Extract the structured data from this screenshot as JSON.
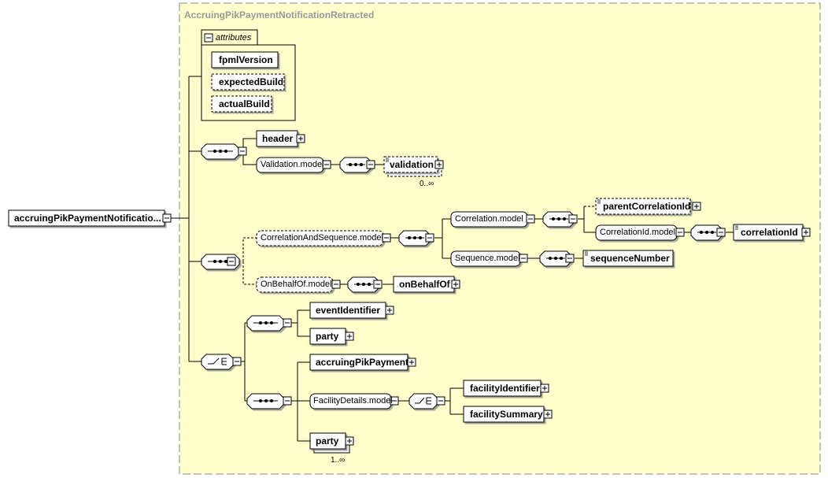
{
  "type_title": "AccruingPikPaymentNotificationRetracted",
  "root": {
    "label": "accruingPikPaymentNotificatio..."
  },
  "attributes": {
    "label": "attributes",
    "items": [
      "fpmlVersion",
      "expectedBuild",
      "actualBuild"
    ]
  },
  "elements": {
    "header": "header",
    "validation_model": "Validation.model",
    "validation": "validation",
    "validation_occ": "0..∞",
    "correlation_and_sequence_model": "CorrelationAndSequence.model",
    "correlation_model": "Correlation.model",
    "parent_correlation_id": "parentCorrelationId",
    "correlation_id_model": "CorrelationId.model",
    "correlation_id": "correlationId",
    "sequence_model": "Sequence.model",
    "sequence_number": "sequenceNumber",
    "on_behalf_of_model": "OnBehalfOf.model",
    "on_behalf_of": "onBehalfOf",
    "event_identifier": "eventIdentifier",
    "party": "party",
    "accruing_pik_payment": "accruingPikPayment",
    "facility_details_model": "FacilityDetails.model",
    "facility_identifier": "facilityIdentifier",
    "facility_summary": "facilitySummary",
    "party_repeat": "party",
    "party_repeat_occ": "1..∞"
  },
  "colors": {
    "background": "#ffffcc",
    "box_fill": "#ffffff",
    "stroke": "#000000",
    "title": "#999999"
  }
}
